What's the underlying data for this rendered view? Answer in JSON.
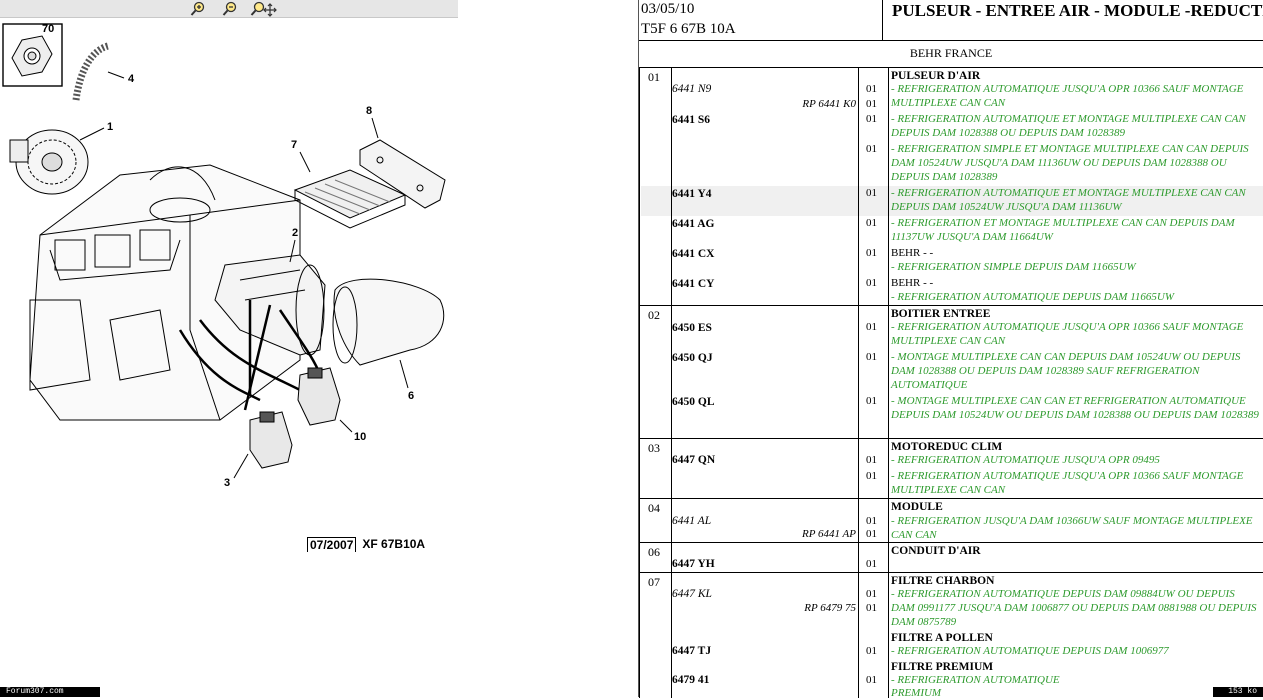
{
  "footer": {
    "site": "Forum307.com",
    "size": "153 ko"
  },
  "diagram": {
    "callouts": [
      "70",
      "4",
      "1",
      "8",
      "7",
      "2",
      "6",
      "10",
      "3"
    ],
    "date": "07/2007",
    "code": "XF 67B10A"
  },
  "header": {
    "date": "03/05/10",
    "code": "T5F 6 67B 10A",
    "title": "PULSEUR - ENTREE AIR - MODULE -REDUCTEUR",
    "maker": "BEHR FRANCE"
  },
  "sections": {
    "s01": {
      "num": "01",
      "title": "PULSEUR D'AIR"
    },
    "s02": {
      "num": "02",
      "title": "BOITIER ENTREE"
    },
    "s03": {
      "num": "03",
      "title": "MOTOREDUC CLIM"
    },
    "s04": {
      "num": "04",
      "title": "MODULE"
    },
    "s06": {
      "num": "06",
      "title": "CONDUIT D'AIR"
    },
    "s07": {
      "num": "07",
      "title": "FILTRE CHARBON"
    }
  },
  "rows": [
    {
      "ref": "6441 N9",
      "qty": "01",
      "desc": "- REFRIGERATION AUTOMATIQUE JUSQU'A OPR 10366 SAUF MONTAGE MULTIPLEXE CAN CAN"
    },
    {
      "rp": "RP 6441 K0",
      "qty": "01"
    },
    {
      "ref": "6441 S6",
      "qty": "01",
      "desc": "- REFRIGERATION AUTOMATIQUE ET MONTAGE MULTIPLEXE CAN CAN DEPUIS DAM 1028388 OU DEPUIS DAM 1028389"
    },
    {
      "qty": "01",
      "desc": "- REFRIGERATION SIMPLE ET MONTAGE MULTIPLEXE CAN CAN DEPUIS DAM 10524UW JUSQU'A DAM 11136UW OU DEPUIS DAM 1028388 OU DEPUIS DAM 1028389"
    },
    {
      "ref": "6441 Y4",
      "qty": "01",
      "desc": "- REFRIGERATION AUTOMATIQUE ET MONTAGE MULTIPLEXE CAN CAN DEPUIS DAM 10524UW JUSQU'A DAM 11136UW"
    },
    {
      "ref": "6441 AG",
      "qty": "01",
      "desc": "- REFRIGERATION ET MONTAGE MULTIPLEXE CAN CAN DEPUIS DAM 11137UW JUSQU'A DAM 11664UW"
    },
    {
      "ref": "6441 CX",
      "qty": "01",
      "plain": "BEHR - -",
      "desc": "- REFRIGERATION SIMPLE DEPUIS DAM 11665UW"
    },
    {
      "ref": "6441 CY",
      "qty": "01",
      "plain": "BEHR - -",
      "desc": "- REFRIGERATION AUTOMATIQUE DEPUIS DAM 11665UW"
    },
    {
      "ref": "6450 ES",
      "qty": "01",
      "desc": "- REFRIGERATION AUTOMATIQUE JUSQU'A OPR 10366 SAUF MONTAGE MULTIPLEXE CAN CAN"
    },
    {
      "ref": "6450 QJ",
      "qty": "01",
      "desc": "- MONTAGE MULTIPLEXE CAN CAN DEPUIS DAM 10524UW OU DEPUIS DAM 1028388 OU DEPUIS DAM 1028389 SAUF REFRIGERATION AUTOMATIQUE"
    },
    {
      "ref": "6450 QL",
      "qty": "01",
      "desc": "- MONTAGE MULTIPLEXE CAN CAN ET REFRIGERATION AUTOMATIQUE DEPUIS DAM 10524UW OU DEPUIS DAM 1028388 OU DEPUIS DAM 1028389"
    },
    {
      "ref": "6447 QN",
      "qty": "01",
      "desc": "- REFRIGERATION AUTOMATIQUE JUSQU'A OPR 09495"
    },
    {
      "qty": "01",
      "desc": "- REFRIGERATION AUTOMATIQUE JUSQU'A OPR 10366 SAUF MONTAGE MULTIPLEXE CAN CAN"
    },
    {
      "ref": "6441 AL",
      "qty": "01",
      "desc": "- REFRIGERATION JUSQU'A DAM 10366UW SAUF MONTAGE MULTIPLEXE CAN CAN"
    },
    {
      "rp": "RP 6441 AP",
      "qty": "01"
    },
    {
      "ref": "6447 YH",
      "qty": "01"
    },
    {
      "ref": "6447 KL",
      "qty": "01",
      "desc": "- REFRIGERATION AUTOMATIQUE DEPUIS DAM 09884UW OU DEPUIS DAM 0991177 JUSQU'A DAM 1006877 OU DEPUIS DAM 0881988 OU DEPUIS DAM 0875789"
    },
    {
      "rp": "RP 6479 75",
      "qty": "01"
    },
    {
      "ref": "6447 TJ",
      "qty": "01",
      "head": "FILTRE A POLLEN",
      "desc": "- REFRIGERATION AUTOMATIQUE DEPUIS DAM 1006977"
    },
    {
      "ref": "6479 41",
      "qty": "01",
      "head": "FILTRE PREMIUM",
      "desc": "- REFRIGERATION AUTOMATIQUE",
      "tail": "PREMIUM"
    }
  ]
}
